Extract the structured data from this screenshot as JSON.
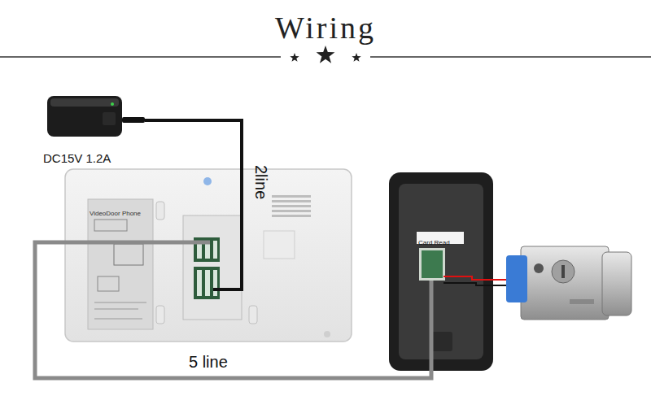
{
  "diagram": {
    "title": "Wiring",
    "nodes": [
      {
        "text": [
          "DC15V 1.2A"
        ]
      },
      {
        "text": [
          "VideoDoor Phone"
        ]
      },
      {
        "text": [
          "Card Read"
        ]
      }
    ],
    "edges": [
      {
        "from": 0,
        "to": 1,
        "label": "2line",
        "arrow": "none"
      },
      {
        "from": 1,
        "to": 2,
        "label": "5 line",
        "arrow": "none"
      }
    ]
  }
}
